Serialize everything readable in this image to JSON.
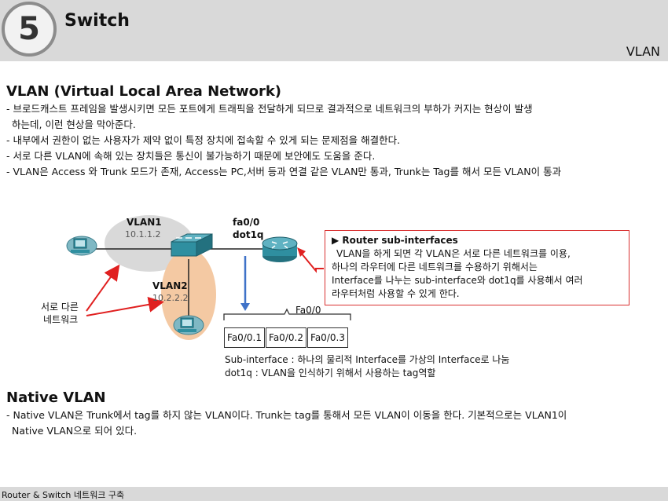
{
  "header": {
    "chapter_number": "5",
    "title": "Switch",
    "subtitle": "VLAN"
  },
  "vlan_section": {
    "title": "VLAN (Virtual Local Area Network)",
    "lines": [
      "- 브로드캐스트 프레임을 발생시키면 모든 포트에게 트래픽을 전달하게 되므로 결과적으로 네트워크의 부하가 커지는 현상이 발생",
      "하는데, 이런 현상을 막아준다.",
      "- 내부에서 권한이 없는 사용자가 제약 없이 특정 장치에 접속할 수 있게 되는 문제점을 해결한다.",
      "- 서로 다른 VLAN에 속해 있는 장치들은 통신이 불가능하기 때문에 보안에도 도움을 준다.",
      "- VLAN은 Access 와 Trunk 모드가 존재, Access는 PC,서버 등과 연결 같은 VLAN만 통과, Trunk는 Tag를 해서 모든 VLAN이 통과"
    ]
  },
  "diagram": {
    "vlan1_name": "VLAN1",
    "vlan1_ip": "10.1.1.2",
    "vlan2_name": "VLAN2",
    "vlan2_ip": "10.2.2.2",
    "router_port": "fa0/0",
    "router_encap": "dot1q",
    "different_networks_line1": "서로 다른",
    "different_networks_line2": "네트워크",
    "physical_interface": "Fa0/0",
    "sub_interfaces": [
      "Fa0/0.1",
      "Fa0/0.2",
      "Fa0/0.3"
    ],
    "callout": {
      "title": "▶ Router sub-interfaces",
      "lines": [
        "VLAN을 하게 되면 각 VLAN은 서로 다른 네트워크를 이용,",
        "하나의 라우터에 다른 네트워크를 수용하기 위해서는",
        "Interface를 나누는 sub-interface와 dot1q를 사용해서 여러",
        "라우터처럼 사용할 수 있게 한다."
      ]
    },
    "notes": [
      "Sub-interface : 하나의 물리적 Interface를 가상의 Interface로 나눔",
      "dot1q : VLAN을 인식하기 위해서 사용하는 tag역할"
    ],
    "colors": {
      "vlan1_area": "#d9d9d9",
      "vlan2_area": "#f4c9a3",
      "red_arrow": "#e02020",
      "blue_arrow": "#3f72c8",
      "device_teal": "#2f8fa0"
    }
  },
  "native_section": {
    "title": "Native VLAN",
    "lines": [
      "- Native VLAN은 Trunk에서 tag를 하지 않는 VLAN이다. Trunk는 tag를 통해서 모든 VLAN이 이동을 한다. 기본적으로는 VLAN1이",
      "Native VLAN으로 되어 있다."
    ]
  },
  "footer": {
    "text": "Router & Switch 네트워크 구축"
  }
}
